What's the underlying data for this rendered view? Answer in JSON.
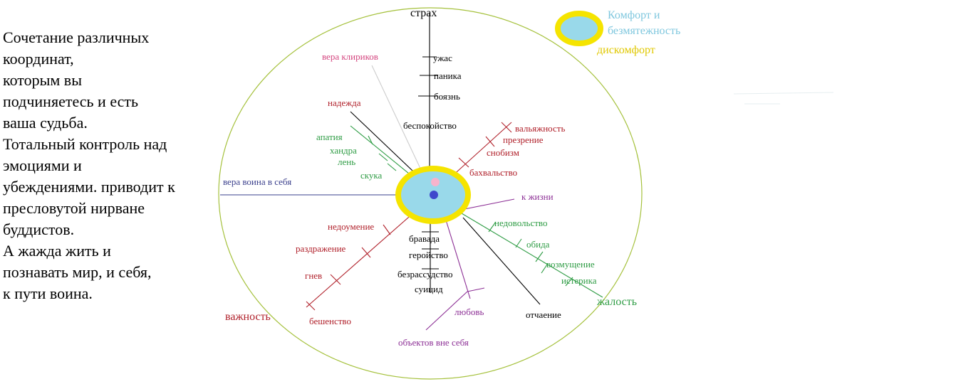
{
  "intro": {
    "lines": [
      "Сочетание различных",
      "координат,",
      "которым вы",
      "подчиняетесь и есть",
      "ваша судьба.",
      "Тотальный контроль над",
      "эмоциями и",
      "убеждениями. приводит к",
      "пресловутой нирване",
      "буддистов.",
      "А жажда жить и",
      "познавать мир, и себя,",
      "к пути воина."
    ]
  },
  "legend": {
    "comfort_line1": "Комфорт и",
    "comfort_line2": "безмятежность",
    "discomfort": "дискомфорт"
  },
  "axes": {
    "fear": {
      "title": "страх",
      "items": [
        "ужас",
        "паника",
        "боязнь",
        "беспокойство"
      ]
    },
    "clerics": "вера клириков",
    "hope": "надежда",
    "apathy": {
      "items": [
        "апатия",
        "хандра",
        "лень",
        "скука"
      ]
    },
    "arrogance": {
      "items": [
        "вальяжность",
        "презрение",
        "снобизм",
        "бахвальство"
      ]
    },
    "warrior_faith": "вера воина в себя",
    "to_life": "к жизни",
    "importance": {
      "title": "важность",
      "items": [
        "недоумение",
        "раздражение",
        "гнев",
        "бешенство"
      ]
    },
    "bravado": {
      "items": [
        "бравада",
        "геройство",
        "безрассудство",
        "суицид"
      ]
    },
    "love": {
      "items": [
        "любовь",
        "объектов вне себя"
      ]
    },
    "pity": {
      "title": "жалость",
      "items": [
        "недовольство",
        "обида",
        "возмущение",
        "истерика"
      ]
    },
    "rejection": "отчаение"
  },
  "colors": {
    "ellipse": "#a5c13c",
    "yellow": "#f5e400",
    "center_fill": "#99d9ea",
    "dot_blue": "#3f48cc",
    "dot_pink": "#f7b4cc",
    "black": "#000000",
    "red": "#b0202a",
    "green": "#2e9c44",
    "pink": "#d4457f",
    "navy": "#3a3f8c",
    "purple": "#8c2f95",
    "legend_blue": "#7fc7de",
    "legend_yellow": "#e0c800",
    "gray": "#bdbdbd"
  }
}
